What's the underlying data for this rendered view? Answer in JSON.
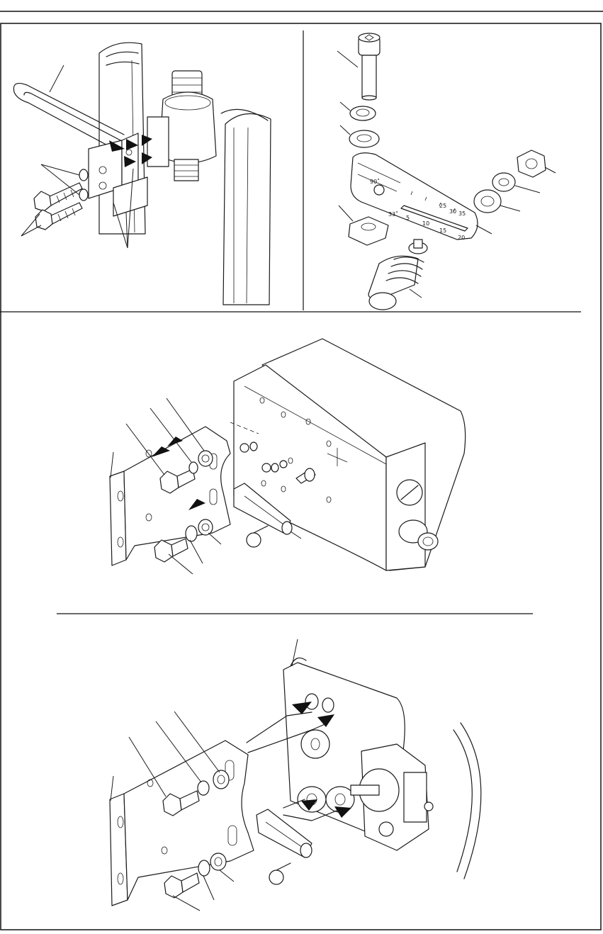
{
  "scale_labels": {
    "s90": "90˚",
    "s33": "33˚",
    "s25": "25",
    "s30": "30",
    "s35": "35",
    "s5": "5",
    "s10": "10",
    "s15": "15",
    "s20": "20"
  },
  "colors": {
    "ink": "#1a1a1a",
    "paper": "#ffffff"
  }
}
